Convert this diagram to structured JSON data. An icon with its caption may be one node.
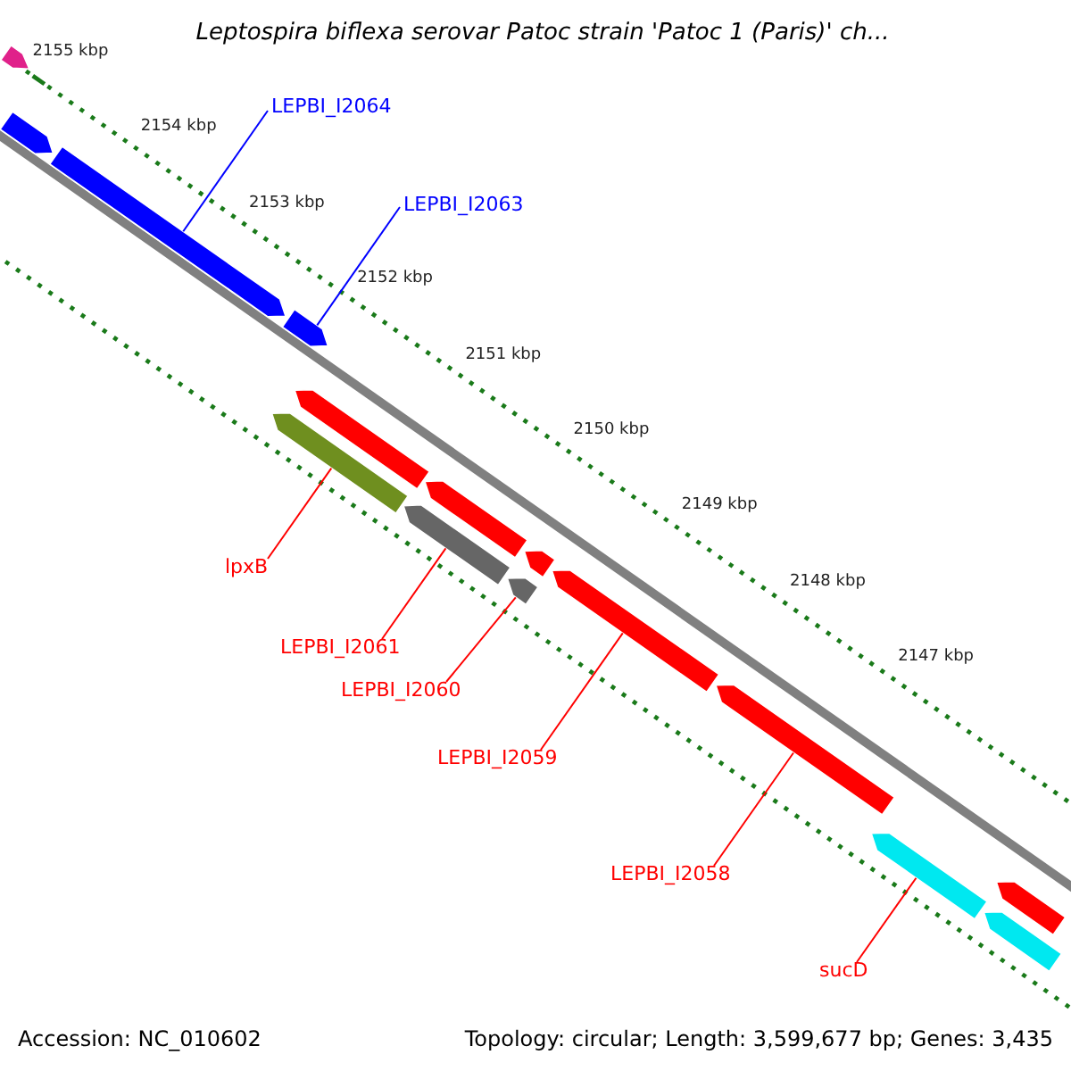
{
  "diagram": {
    "title": "Leptospira biflexa serovar Patoc strain 'Patoc 1 (Paris)' ch...",
    "nodes": [
      {
        "text": [],
        "shape": "bar"
      },
      {
        "text": [],
        "shape": "bar"
      },
      {
        "text": [],
        "shape": "bar"
      },
      {
        "text": [],
        "shape": "bar"
      },
      {
        "text": [],
        "shape": "bar"
      },
      {
        "text": [],
        "shape": "bar"
      },
      {
        "text": [],
        "shape": "bar"
      },
      {
        "text": [],
        "shape": "bar"
      },
      {
        "text": [],
        "shape": "bar"
      },
      {
        "text": [],
        "shape": "bar"
      },
      {
        "text": [],
        "shape": "bar"
      },
      {
        "text": [],
        "shape": "bar"
      },
      {
        "text": [],
        "shape": "bar"
      },
      {
        "text": [],
        "shape": "bar"
      },
      {
        "text": [],
        "shape": "bar"
      },
      {
        "text": [
          "LEPBI_I2064"
        ]
      },
      {
        "text": [
          "LEPBI_I2063"
        ]
      },
      {
        "text": [
          "lpxB"
        ]
      },
      {
        "text": [
          "LEPBI_I2061"
        ]
      },
      {
        "text": [
          "LEPBI_I2060"
        ]
      },
      {
        "text": [
          "LEPBI_I2059"
        ]
      },
      {
        "text": [
          "LEPBI_I2058"
        ]
      },
      {
        "text": [
          "sucD"
        ]
      }
    ],
    "edges": [
      {
        "from": 15,
        "to": 2,
        "arrow": "none",
        "color": "#0000ff"
      },
      {
        "from": 16,
        "to": 3,
        "arrow": "none",
        "color": "#0000ff"
      },
      {
        "from": 17,
        "to": 5,
        "arrow": "none"
      },
      {
        "from": 18,
        "to": 7,
        "arrow": "none"
      },
      {
        "from": 19,
        "to": 9,
        "arrow": "none"
      },
      {
        "from": 20,
        "to": 10,
        "arrow": "none"
      },
      {
        "from": 21,
        "to": 11,
        "arrow": "none"
      },
      {
        "from": 22,
        "to": 12,
        "arrow": "none"
      }
    ],
    "labels": [
      "2155 kbp",
      "2154 kbp",
      "2153 kbp",
      "2152 kbp",
      "2151 kbp",
      "2150 kbp",
      "2149 kbp",
      "2148 kbp",
      "2147 kbp",
      "Accession: NC_010602",
      "Topology: circular; Length: 3,599,677 bp; Genes: 3,435"
    ]
  }
}
